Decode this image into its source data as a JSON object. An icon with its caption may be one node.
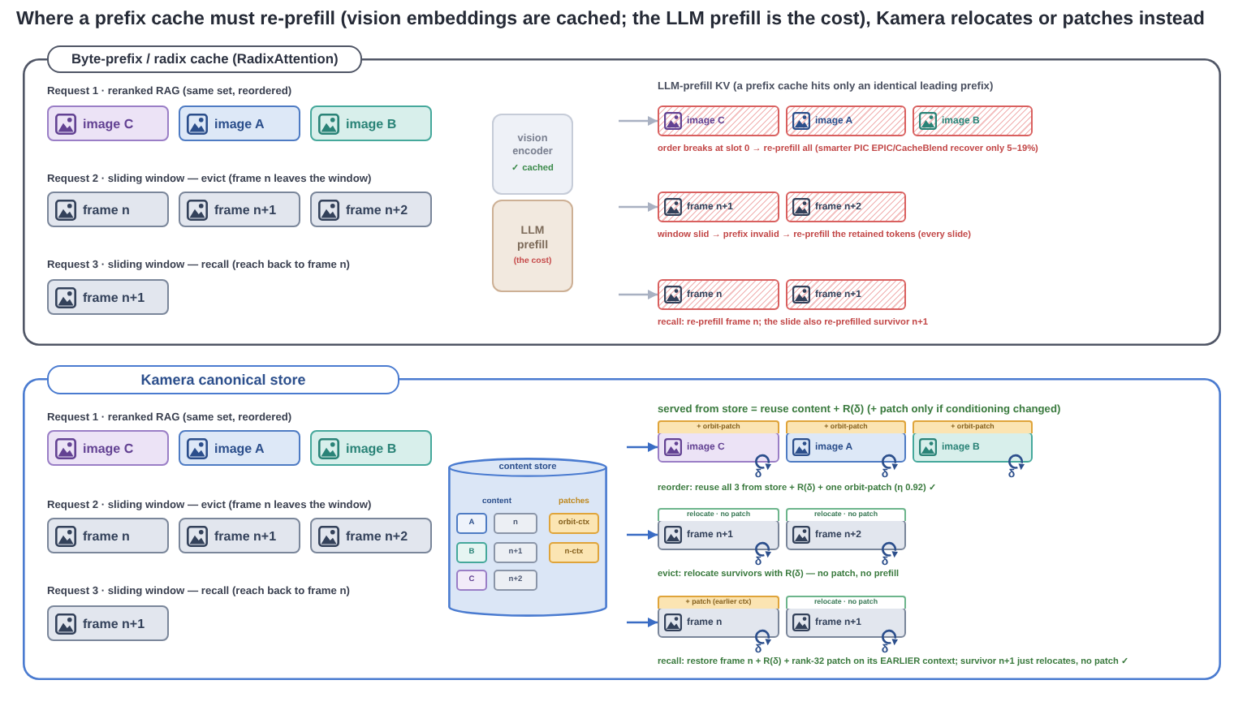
{
  "diagram": {
    "title": "Where a prefix cache must re-prefill (vision embeddings are cached; the LLM prefill is the cost), Kamera relocates or patches instead",
    "nodes": [
      {
        "text": [
          "Byte-prefix / radix cache (RadixAttention)"
        ]
      },
      {
        "text": [
          "image C"
        ],
        "in": 0
      },
      {
        "text": [
          "image A"
        ],
        "in": 0
      },
      {
        "text": [
          "image B"
        ],
        "in": 0
      },
      {
        "text": [
          "frame n"
        ],
        "in": 0
      },
      {
        "text": [
          "frame n+1"
        ],
        "in": 0
      },
      {
        "text": [
          "frame n+2"
        ],
        "in": 0
      },
      {
        "text": [
          "frame n+1"
        ],
        "in": 0
      },
      {
        "text": [
          "vision encoder",
          "✓ cached"
        ],
        "in": 0
      },
      {
        "text": [
          "LLM prefill",
          "(the cost)"
        ],
        "in": 0
      },
      {
        "text": [
          "image C"
        ],
        "in": 0
      },
      {
        "text": [
          "image A"
        ],
        "in": 0
      },
      {
        "text": [
          "image B"
        ],
        "in": 0
      },
      {
        "text": [
          "frame n+1"
        ],
        "in": 0
      },
      {
        "text": [
          "frame n+2"
        ],
        "in": 0
      },
      {
        "text": [
          "frame n"
        ],
        "in": 0
      },
      {
        "text": [
          "frame n+1"
        ],
        "in": 0
      },
      {
        "text": [
          "Kamera canonical store"
        ]
      },
      {
        "text": [
          "image C"
        ],
        "in": 17
      },
      {
        "text": [
          "image A"
        ],
        "in": 17
      },
      {
        "text": [
          "image B"
        ],
        "in": 17
      },
      {
        "text": [
          "frame n"
        ],
        "in": 17
      },
      {
        "text": [
          "frame n+1"
        ],
        "in": 17
      },
      {
        "text": [
          "frame n+2"
        ],
        "in": 17
      },
      {
        "text": [
          "frame n+1"
        ],
        "in": 17
      },
      {
        "text": [
          "content store",
          "content",
          "patches"
        ],
        "in": 17
      },
      {
        "text": [
          "A"
        ],
        "in": 25
      },
      {
        "text": [
          "n"
        ],
        "in": 25
      },
      {
        "text": [
          "orbit-ctx"
        ],
        "in": 25
      },
      {
        "text": [
          "B"
        ],
        "in": 25
      },
      {
        "text": [
          "n+1"
        ],
        "in": 25
      },
      {
        "text": [
          "n-ctx"
        ],
        "in": 25
      },
      {
        "text": [
          "C"
        ],
        "in": 25
      },
      {
        "text": [
          "n+2"
        ],
        "in": 25
      },
      {
        "text": [
          "image C"
        ],
        "in": 17,
        "beside": [
          "+ orbit-patch",
          "δ"
        ]
      },
      {
        "text": [
          "image A"
        ],
        "in": 17,
        "beside": [
          "+ orbit-patch",
          "δ"
        ]
      },
      {
        "text": [
          "image B"
        ],
        "in": 17,
        "beside": [
          "+ orbit-patch",
          "δ"
        ]
      },
      {
        "text": [
          "frame n+1"
        ],
        "in": 17,
        "beside": [
          "relocate · no patch",
          "δ"
        ]
      },
      {
        "text": [
          "frame n+2"
        ],
        "in": 17,
        "beside": [
          "relocate · no patch",
          "δ"
        ]
      },
      {
        "text": [
          "frame n"
        ],
        "in": 17,
        "beside": [
          "+ patch (earlier ctx)",
          "δ"
        ]
      },
      {
        "text": [
          "frame n+1"
        ],
        "in": 17,
        "beside": [
          "relocate · no patch",
          "δ"
        ]
      }
    ],
    "edges": [
      {
        "from": null,
        "to": 10,
        "arrow": "to",
        "color": "#a9b1c2"
      },
      {
        "from": null,
        "to": 13,
        "arrow": "to",
        "color": "#a9b1c2"
      },
      {
        "from": null,
        "to": 15,
        "arrow": "to",
        "color": "#a9b1c2"
      },
      {
        "from": null,
        "to": 34,
        "arrow": "to",
        "color": "#3a6cc4"
      },
      {
        "from": null,
        "to": 37,
        "arrow": "to",
        "color": "#3a6cc4"
      },
      {
        "from": null,
        "to": 39,
        "arrow": "to",
        "color": "#3a6cc4"
      }
    ],
    "labels": [
      "Request 1 · reranked RAG (same set, reordered)",
      "Request 2 · sliding window — evict (frame n leaves the window)",
      "Request 3 · sliding window — recall (reach back to frame n)",
      "LLM-prefill KV (a prefix cache hits only an identical leading prefix)",
      "order breaks at slot 0 → re-prefill all (smarter PIC EPIC/CacheBlend recover only 5–19%)",
      "window slid → prefix invalid → re-prefill the retained tokens (every slide)",
      "recall: re-prefill frame n; the slide also re-prefilled survivor n+1",
      "Request 1 · reranked RAG (same set, reordered)",
      "Request 2 · sliding window — evict (frame n leaves the window)",
      "Request 3 · sliding window — recall (reach back to frame n)",
      "served from store = reuse content + R(δ) (+ patch only if conditioning changed)",
      "reorder: reuse all 3 from store + R(δ) + one orbit-patch (η 0.92) ✓",
      "evict: relocate survivors with R(δ) — no patch, no prefill",
      "recall: restore frame n + R(δ) + rank-32 patch on its EARLIER context; survivor n+1 just relocates, no patch ✓"
    ]
  }
}
